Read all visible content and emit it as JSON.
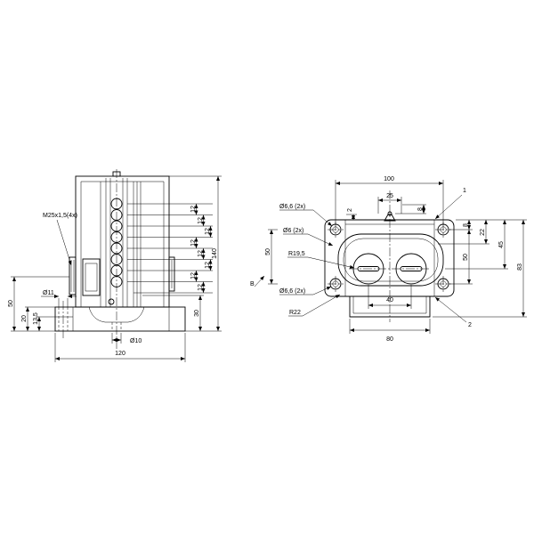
{
  "colors": {
    "line": "#000000",
    "background": "#ffffff"
  },
  "left_view": {
    "thread_callout": "M25x1,5(4x)",
    "dia_11": "Ø11",
    "dim_50": "50",
    "dim_20": "20",
    "dim_13_5": "13,5",
    "dia_10": "Ø10",
    "dim_120": "120",
    "dim_30": "30",
    "dim_140": "140",
    "pitch_labels": [
      "12",
      "12",
      "12",
      "12",
      "12",
      "12",
      "12",
      "12"
    ]
  },
  "right_view": {
    "dim_100": "100",
    "dim_25": "25",
    "dim_2": "2",
    "dim_8_top": "8",
    "dim_8_right": "8",
    "dim_22": "22",
    "dim_45": "45",
    "dim_83": "83",
    "dim_50_left": "50",
    "dim_50_right": "50",
    "dim_40": "40",
    "dim_80": "80",
    "hole_callout_top": "Ø6,6 (2x)",
    "hole_callout_mid": "Ø6 (2x)",
    "hole_callout_bottom": "Ø6,6 (2x)",
    "radius_19_5": "R19,5",
    "radius_22": "R22",
    "view_marker": "B",
    "item_1": "1",
    "item_2": "2"
  }
}
